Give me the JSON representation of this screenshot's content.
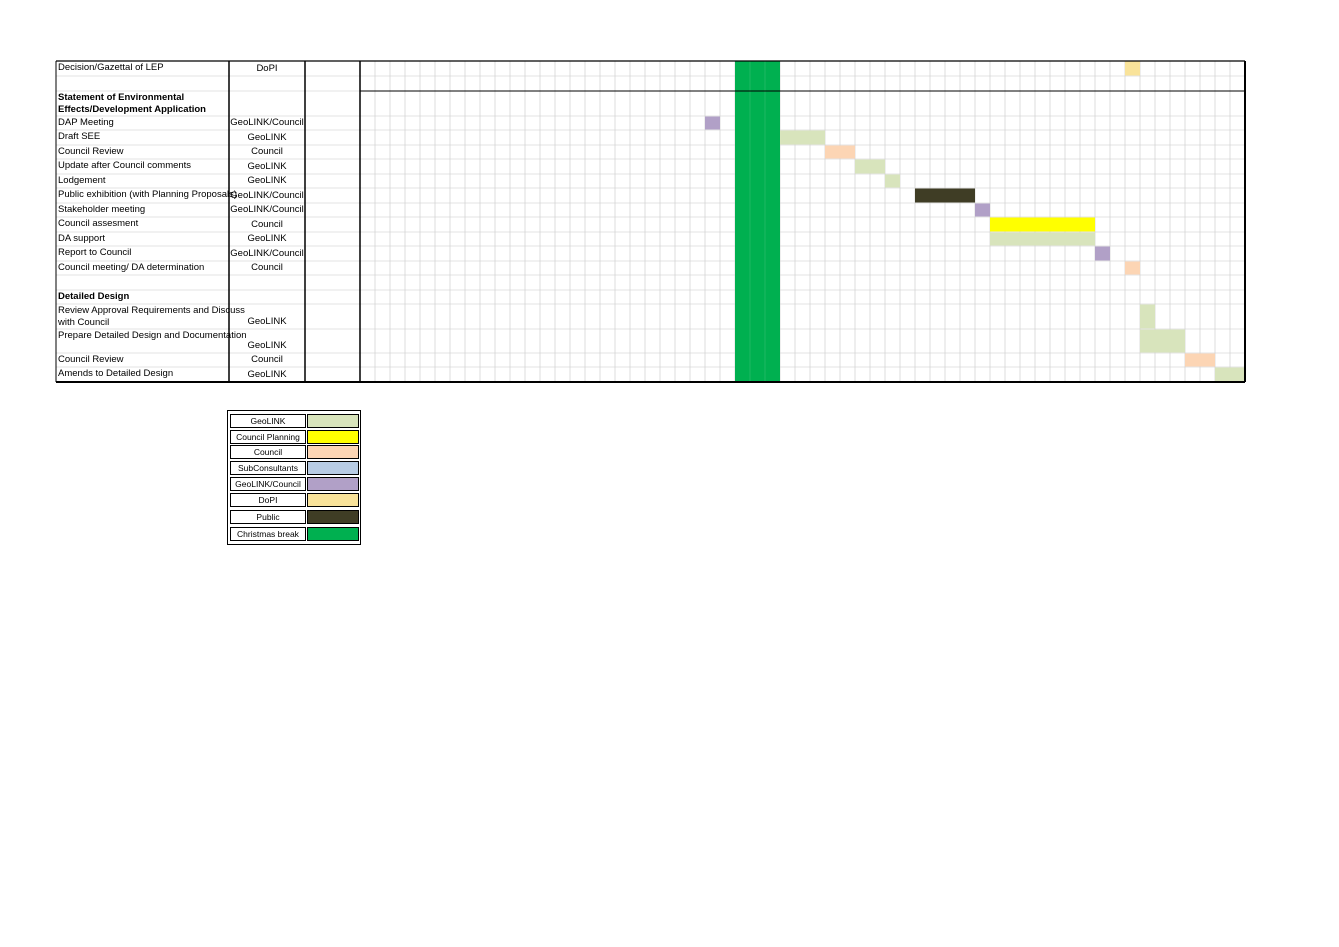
{
  "colors": {
    "geolink": "#d8e4bc",
    "council_planning": "#ffff00",
    "council": "#fcd5b4",
    "subconsultants": "#b8cce4",
    "geolink_council": "#b1a0c7",
    "dopi": "#f9e39a",
    "public": "#3f3d25",
    "christmas": "#00b050"
  },
  "tasks": [
    {
      "name": "Decision/Gazettal of LEP",
      "resp": "DoPI",
      "bold": false,
      "bars": [
        {
          "start": 51,
          "len": 1,
          "color": "dopi"
        }
      ]
    },
    {
      "name": "",
      "resp": "",
      "bold": false,
      "bars": []
    },
    {
      "name": "Statement of Environmental",
      "name2": "Effects/Development Application",
      "resp": "",
      "bold": true,
      "bars": []
    },
    {
      "name": "DAP Meeting",
      "resp": "GeoLINK/Council",
      "bold": false,
      "bars": [
        {
          "start": 23,
          "len": 1,
          "color": "geolink_council"
        }
      ]
    },
    {
      "name": "Draft SEE",
      "resp": "GeoLINK",
      "bold": false,
      "bars": [
        {
          "start": 28,
          "len": 3,
          "color": "geolink"
        }
      ]
    },
    {
      "name": "Council Review",
      "resp": "Council",
      "bold": false,
      "bars": [
        {
          "start": 31,
          "len": 2,
          "color": "council"
        }
      ]
    },
    {
      "name": "Update after Council comments",
      "resp": "GeoLINK",
      "bold": false,
      "bars": [
        {
          "start": 33,
          "len": 2,
          "color": "geolink"
        }
      ]
    },
    {
      "name": "Lodgement",
      "resp": "GeoLINK",
      "bold": false,
      "bars": [
        {
          "start": 35,
          "len": 1,
          "color": "geolink"
        }
      ]
    },
    {
      "name": "Public exhibition (with Planning Proposals)",
      "resp": "GeoLINK/Council",
      "bold": false,
      "bars": [
        {
          "start": 37,
          "len": 4,
          "color": "public"
        }
      ]
    },
    {
      "name": "Stakeholder meeting",
      "resp": "GeoLINK/Council",
      "bold": false,
      "bars": [
        {
          "start": 41,
          "len": 1,
          "color": "geolink_council"
        }
      ]
    },
    {
      "name": "Council assesment",
      "resp": "Council",
      "bold": false,
      "bars": [
        {
          "start": 42,
          "len": 7,
          "color": "council_planning"
        }
      ]
    },
    {
      "name": "DA support",
      "resp": "GeoLINK",
      "bold": false,
      "bars": [
        {
          "start": 42,
          "len": 7,
          "color": "geolink"
        }
      ]
    },
    {
      "name": "Report to Council",
      "resp": "GeoLINK/Council",
      "bold": false,
      "bars": [
        {
          "start": 49,
          "len": 1,
          "color": "geolink_council"
        }
      ]
    },
    {
      "name": "Council meeting/ DA determination",
      "resp": "Council",
      "bold": false,
      "bars": [
        {
          "start": 51,
          "len": 1,
          "color": "council"
        }
      ]
    },
    {
      "name": "",
      "resp": "",
      "bold": false,
      "bars": []
    },
    {
      "name": "Detailed Design",
      "resp": "",
      "bold": true,
      "bars": []
    },
    {
      "name": "Review Approval Requirements and Discuss",
      "name2": "with Council",
      "resp": "GeoLINK",
      "bold": false,
      "bars": [
        {
          "start": 52,
          "len": 1,
          "color": "geolink"
        }
      ]
    },
    {
      "name": "Prepare Detailed Design and Documentation",
      "resp": "GeoLINK",
      "bold": false,
      "bars": [
        {
          "start": 52,
          "len": 3,
          "color": "geolink"
        }
      ]
    },
    {
      "name": "Council Review",
      "resp": "Council",
      "bold": false,
      "bars": [
        {
          "start": 55,
          "len": 2,
          "color": "council"
        }
      ]
    },
    {
      "name": "Amends to Detailed Design",
      "resp": "GeoLINK",
      "bold": false,
      "bars": [
        {
          "start": 57,
          "len": 2,
          "color": "geolink"
        }
      ]
    }
  ],
  "christmas_break": {
    "start": 25,
    "len": 3
  },
  "legend": [
    {
      "label": "GeoLINK",
      "color": "geolink"
    },
    {
      "label": "Council Planning",
      "color": "council_planning"
    },
    {
      "label": "Council",
      "color": "council"
    },
    {
      "label": "SubConsultants",
      "color": "subconsultants"
    },
    {
      "label": "GeoLINK/Council",
      "color": "geolink_council"
    },
    {
      "label": "DoPI",
      "color": "dopi"
    },
    {
      "label": "Public",
      "color": "public"
    },
    {
      "label": "Christmas break",
      "color": "christmas"
    }
  ]
}
